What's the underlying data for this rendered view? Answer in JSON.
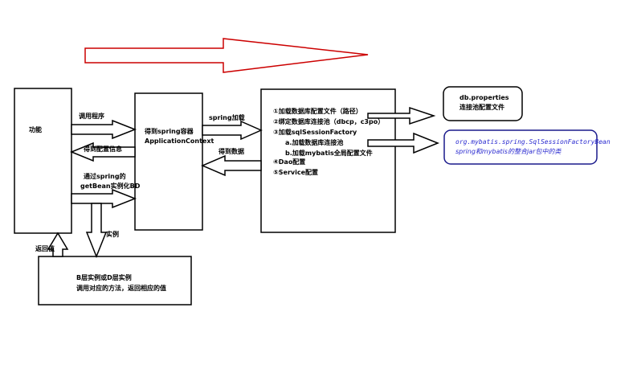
{
  "nodes": {
    "function_box": {
      "label": "功能"
    },
    "spring_container": {
      "line1": "得到spring容器",
      "line2": "ApplicationContext"
    },
    "config_box": {
      "items": [
        "①加载数据库配置文件（路径）",
        "②绑定数据库连接池（dbcp，c3po）",
        "③加载sqlSessionFactory",
        "a.加载数据库连接池",
        "b.加载mybatis全局配置文件",
        "④Dao配置",
        "⑤Service配置"
      ]
    },
    "db_properties": {
      "line1": "db.properties",
      "line2": "连接池配置文件"
    },
    "mybatis_bean": {
      "line1": "org.mybatis.spring.SqlSessionFactoryBean",
      "line2": "spring和mybatis的整合jar包中的类"
    },
    "bd_instance": {
      "line1": "B层实例或D层实例",
      "line2": "调用对应的方法，返回相应的值"
    }
  },
  "edges": {
    "call_program": "调用程序",
    "get_config": "得到配置信息",
    "getbean_line1": "通过spring的",
    "getbean_line2": "getBean实例化BD",
    "spring_load": "spring加载",
    "get_data": "得到数据",
    "instance": "实例",
    "return_value": "返回值"
  },
  "colors": {
    "top_arrow": "#cc0000",
    "bean_box_border": "#1a1a8c"
  }
}
